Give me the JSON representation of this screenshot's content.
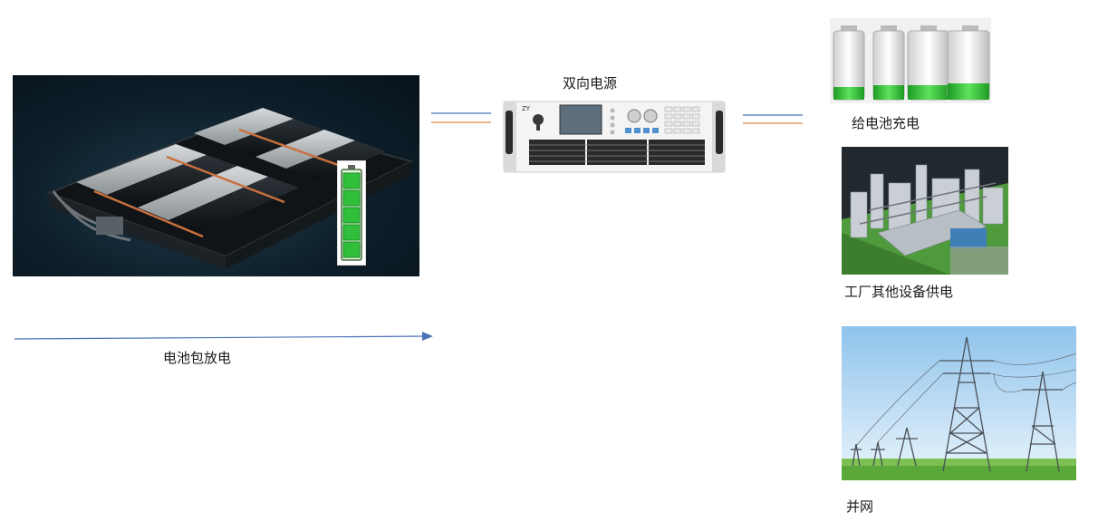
{
  "labels": {
    "battery_discharge": "电池包放电",
    "bidirectional_power": "双向电源",
    "charge_battery": "给电池充电",
    "factory_supply": "工厂其他设备供电",
    "grid_tie": "并网"
  },
  "device": {
    "brand_mark": "ZY"
  },
  "icons": {
    "battery_pack": "battery-pack-image",
    "battery_level": "battery-level-icon",
    "power_supply": "rack-power-supply-image",
    "batteries": "battery-row-image",
    "factory": "factory-image",
    "grid": "power-grid-towers-image"
  },
  "colors": {
    "blue_line": "#4a72b8",
    "orange_line": "#e08a3c",
    "battery_green": "#2fbf3a"
  }
}
